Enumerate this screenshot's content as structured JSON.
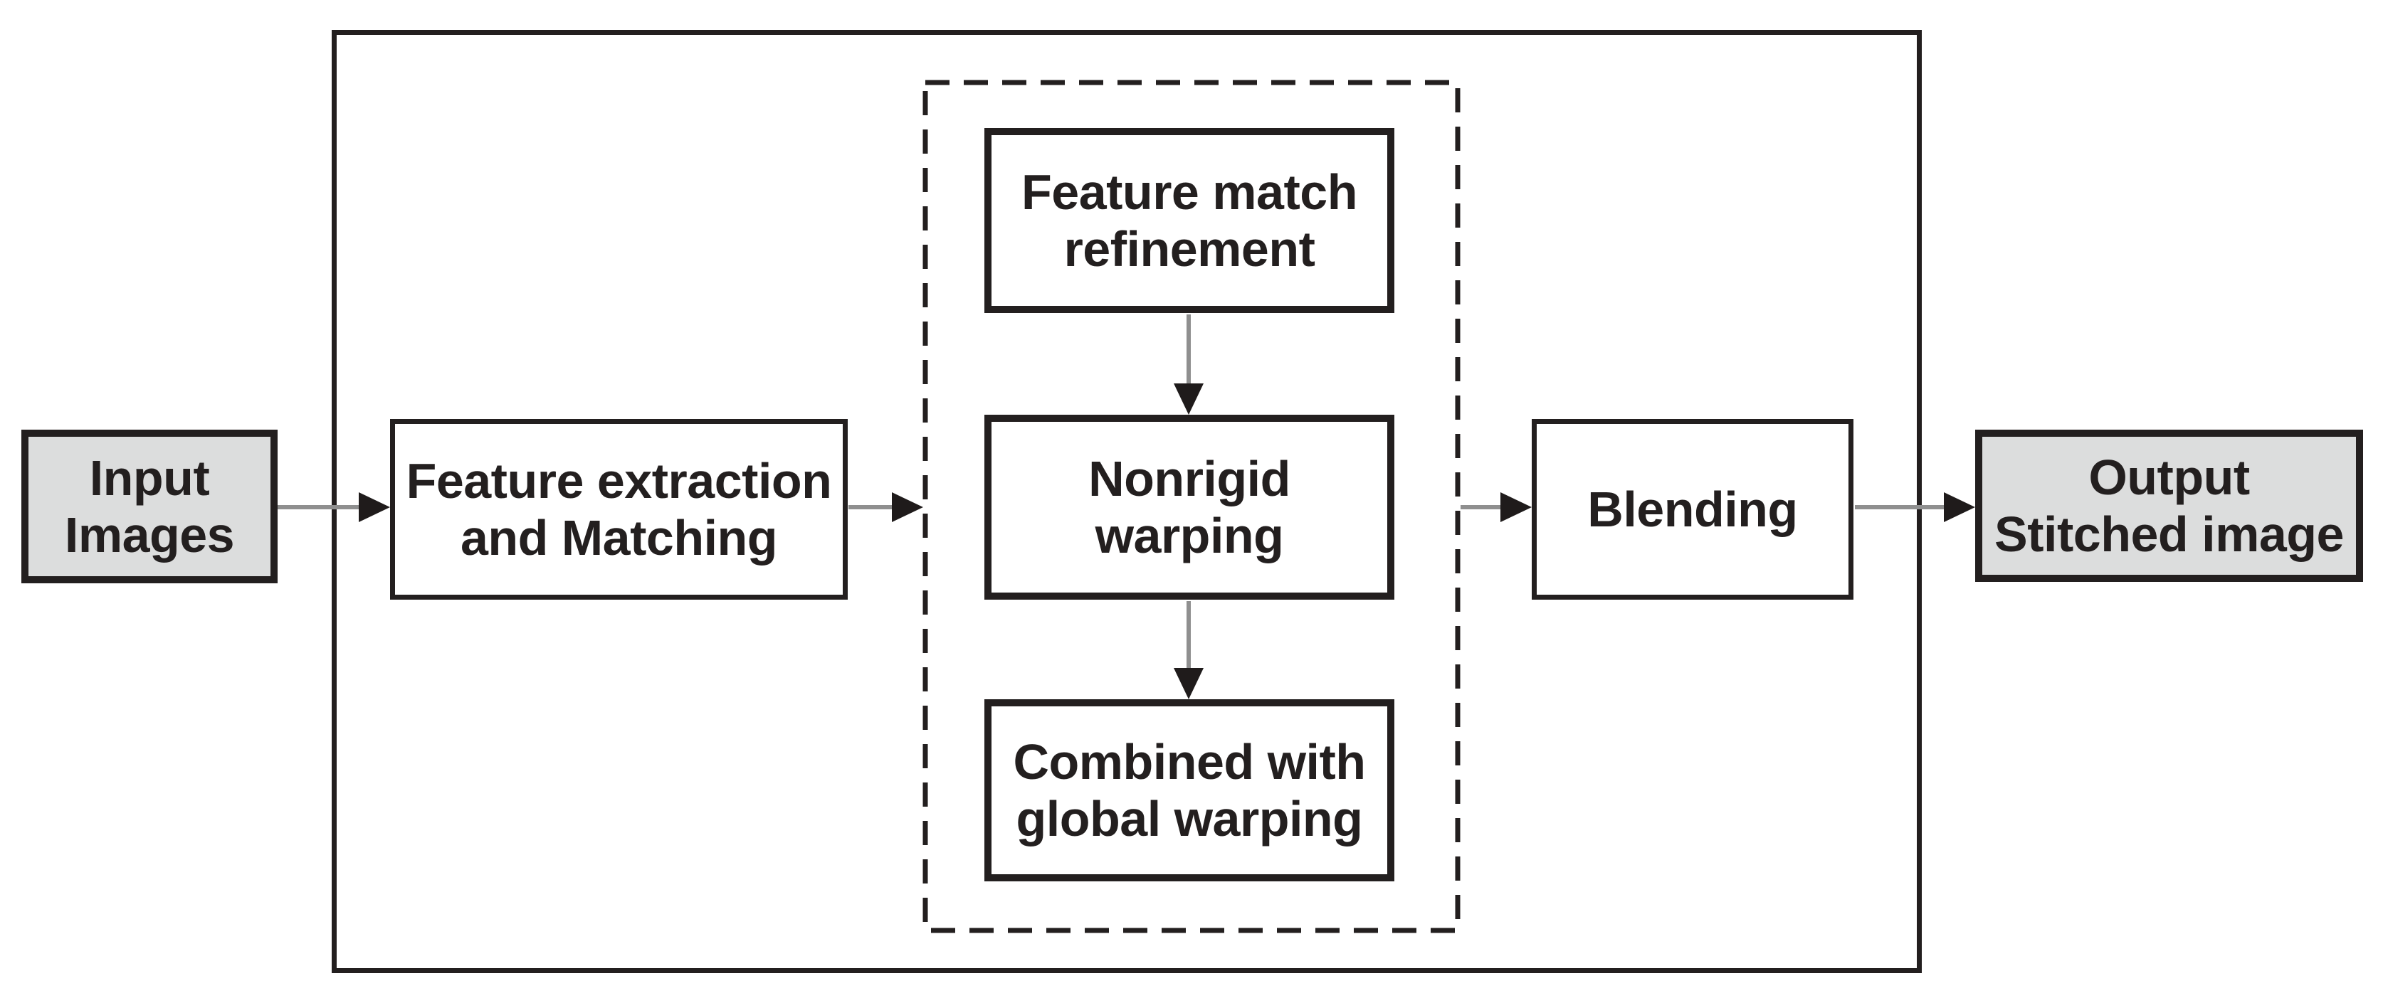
{
  "figure": {
    "type": "flow-diagram",
    "description": "Image stitching pipeline block diagram"
  },
  "colors": {
    "ink": "#231f1f",
    "box-fill": "#ffffff",
    "terminal-fill": "#dcdddd",
    "arrow-line": "#8f8f8f",
    "arrow-head": "#1f1b1b",
    "background": "#ffffff"
  },
  "nodes": {
    "input": {
      "line1": "Input",
      "line2": "Images"
    },
    "feature_extraction": {
      "line1": "Feature extraction",
      "line2": "and Matching"
    },
    "feature_match_refinement": {
      "line1": "Feature match",
      "line2": "refinement"
    },
    "nonrigid_warping": {
      "line1": "Nonrigid",
      "line2": "warping"
    },
    "combined_global_warping": {
      "line1": "Combined with",
      "line2": "global warping"
    },
    "blending": {
      "line1": "Blending"
    },
    "output": {
      "line1": "Output",
      "line2": "Stitched image"
    }
  },
  "edges": [
    {
      "from": "input",
      "to": "feature_extraction"
    },
    {
      "from": "feature_extraction",
      "to": "warping_module"
    },
    {
      "from": "feature_match_refinement",
      "to": "nonrigid_warping"
    },
    {
      "from": "nonrigid_warping",
      "to": "combined_global_warping"
    },
    {
      "from": "warping_module",
      "to": "blending"
    },
    {
      "from": "blending",
      "to": "output"
    }
  ]
}
